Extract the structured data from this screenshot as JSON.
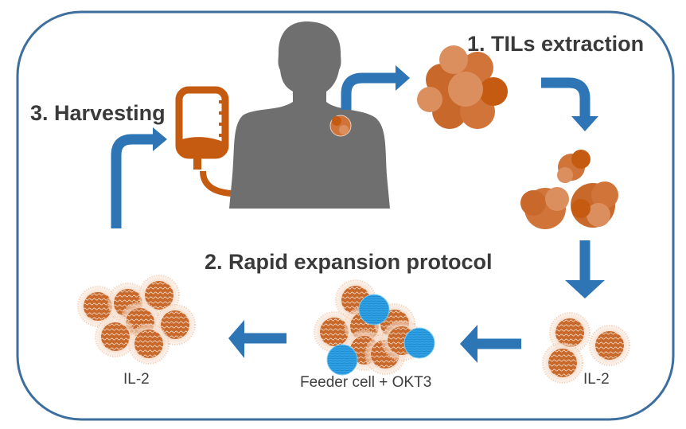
{
  "diagram": {
    "title": "TIL therapy workflow",
    "steps": [
      {
        "id": 1,
        "label": "1. TILs extraction"
      },
      {
        "id": 2,
        "label": "2. Rapid expansion protocol"
      },
      {
        "id": 3,
        "label": "3. Harvesting"
      }
    ],
    "annotations": {
      "il2_right": "IL-2",
      "feeder": "Feeder cell + OKT3",
      "il2_left": "IL-2"
    },
    "colors": {
      "frame": "#3d6f9e",
      "arrow": "#2e75b6",
      "body": "#6f6f6f",
      "iv_bag": "#c55a11",
      "tumor": "#d1743a",
      "tumor_dark": "#c55a11",
      "tumor_light": "#dc8f5e",
      "til_core": "#c8692b",
      "til_halo": "#f1cdb4",
      "feeder": "#2fa3e6"
    },
    "icons": [
      "human-silhouette-icon",
      "tumor-icon",
      "iv-bag-icon",
      "tumor-fragments-icon",
      "til-cell-icon",
      "feeder-cell-icon",
      "arrow-icon"
    ]
  }
}
